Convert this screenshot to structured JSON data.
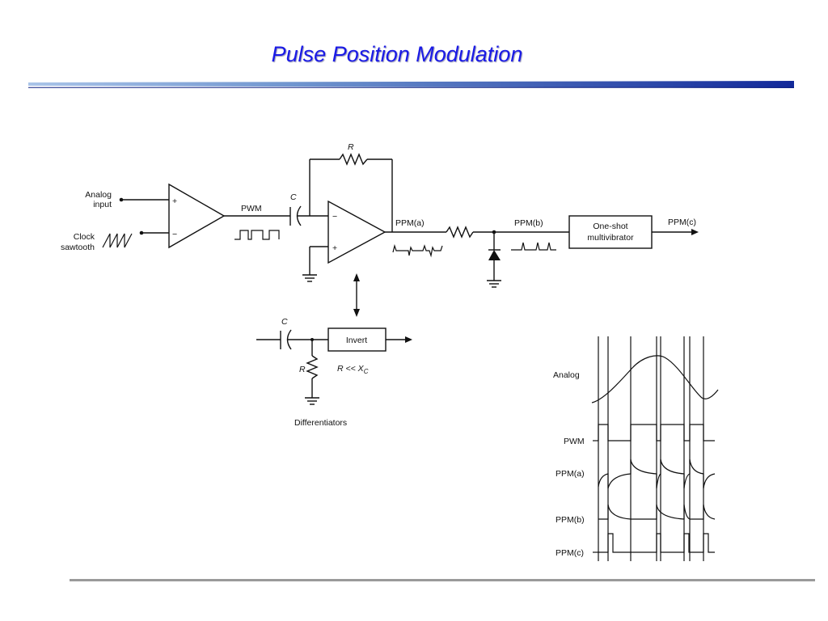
{
  "slide": {
    "title": "Pulse Position Modulation"
  },
  "circuit": {
    "analog_input": [
      "Analog",
      "input"
    ],
    "clock_sawtooth": [
      "Clock",
      "sawtooth"
    ],
    "pwm": "PWM",
    "capacitor": "C",
    "resistor": "R",
    "ppm_a": "PPM(a)",
    "ppm_b": "PPM(b)",
    "ppm_c": "PPM(c)",
    "one_shot": [
      "One-shot",
      "multivibrator"
    ],
    "plus": "+",
    "minus": "−"
  },
  "differentiator": {
    "capacitor": "C",
    "resistor": "R",
    "invert": "Invert",
    "condition": "R << X",
    "condition_sub": "C",
    "caption": "Differentiators"
  },
  "timing": {
    "rows": [
      "Analog",
      "PWM",
      "PPM(a)",
      "PPM(b)",
      "PPM(c)"
    ]
  }
}
